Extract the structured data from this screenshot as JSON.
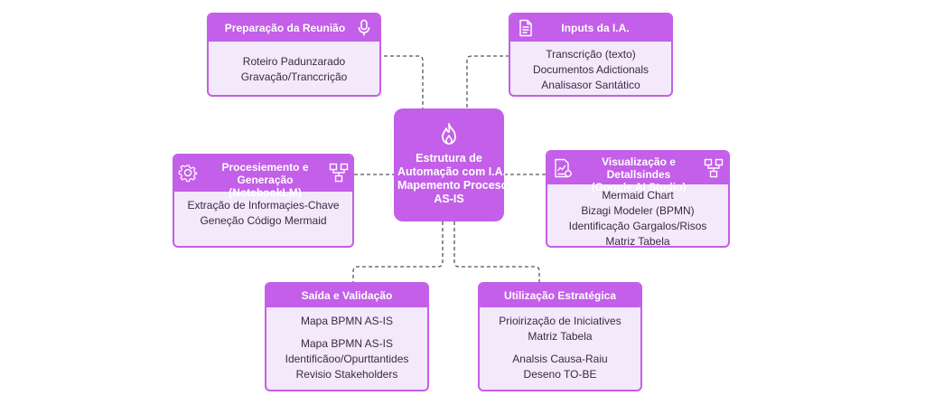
{
  "colors": {
    "accent": "#c35fe8",
    "box_fill": "#f4e8fb",
    "connector": "#555555",
    "text": "#3a2a44"
  },
  "center": {
    "icon": "flame-icon",
    "title_lines": [
      "Estrutura de",
      "Automação com I.A.",
      "Mapemento Procesos",
      "AS-IS"
    ]
  },
  "preparacao": {
    "title": "Preparação da Reunião",
    "icon": "microphone-icon",
    "lines": [
      "Roteiro Padunzarado",
      "Gravação/Tranccrição"
    ]
  },
  "inputs": {
    "title": "Inputs da I.A.",
    "icon": "document-icon",
    "lines": [
      "Transcrição (texto)",
      "Documentos Adictionals",
      "Analisasor Santático"
    ]
  },
  "processamento": {
    "title_lines": [
      "Procesiemento e Generação",
      "(NotebookLM)"
    ],
    "icon_left": "gear-icon",
    "icon_right": "flowchart-icon",
    "lines": [
      "Extração de Informaçies-Chave",
      "Geneção Código Mermaid"
    ]
  },
  "visualizacao": {
    "title_lines": [
      "Visualização e Detallsindes",
      "(Google AI Studio)"
    ],
    "icon_left": "chart-document-icon",
    "icon_right": "flowchart-icon",
    "lines": [
      "Mermaid Chart",
      "Bizagi Modeler (BPMN)",
      "Identificação Gargalos/Risos",
      "Matriz Tabela"
    ]
  },
  "saida": {
    "title": "Saída e Validação",
    "lines_a": [
      "Mapa BPMN AS-IS"
    ],
    "lines_b": [
      "Mapa BPMN AS-IS",
      "Identificãoo/Opurttantides",
      "Revisio Stakeholders"
    ]
  },
  "utilizacao": {
    "title": "Utilização Estratégica",
    "lines_a": [
      "Prioirização de Iniciatives",
      "Matriz Tabela"
    ],
    "lines_b": [
      "Analsis Causa-Raiu",
      "Deseno TO-BE"
    ]
  }
}
